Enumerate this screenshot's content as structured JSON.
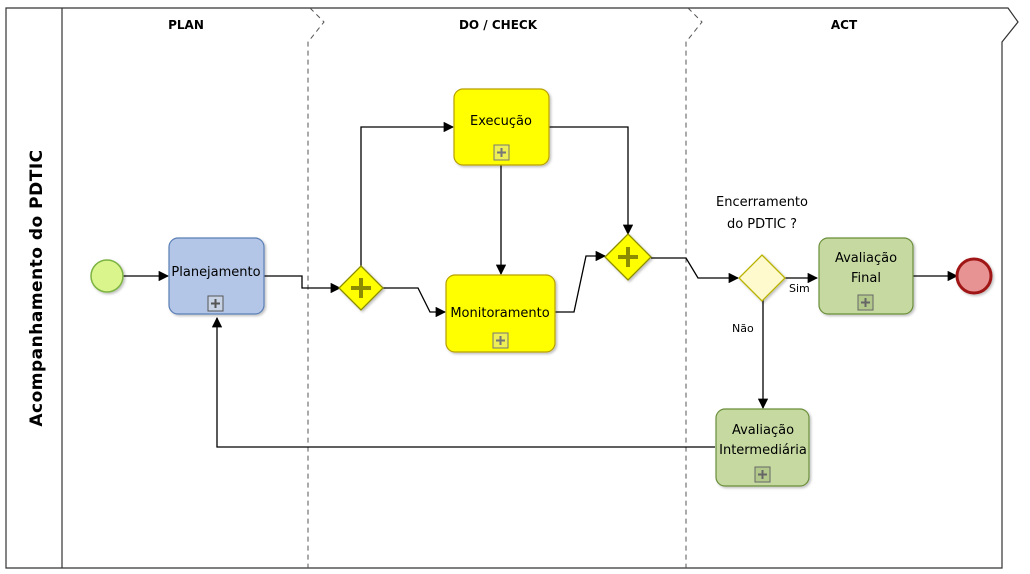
{
  "pool": {
    "label": "Acompanhamento do PDTIC"
  },
  "lanes": [
    {
      "title": "PLAN"
    },
    {
      "title": "DO / CHECK"
    },
    {
      "title": "ACT"
    }
  ],
  "tasks": {
    "planejamento": {
      "label": "Planejamento"
    },
    "execucao": {
      "label": "Execução"
    },
    "monitoramento": {
      "label": "Monitoramento"
    },
    "avaliacao_final": {
      "line1": "Avaliação",
      "line2": "Final"
    },
    "avaliacao_intermediaria": {
      "line1": "Avaliação",
      "line2": "Intermediária"
    }
  },
  "gateway": {
    "question_line1": "Encerramento",
    "question_line2": "do PDTIC ?",
    "yes_label": "Sim",
    "no_label": "Não"
  },
  "colors": {
    "start_event": "#d9f58c",
    "end_event": "#e89393",
    "plan_task": "#b4c6e7",
    "do_task": "#ffff00",
    "act_task": "#c5d9a0",
    "exclusive_gateway": "#fffacd"
  }
}
